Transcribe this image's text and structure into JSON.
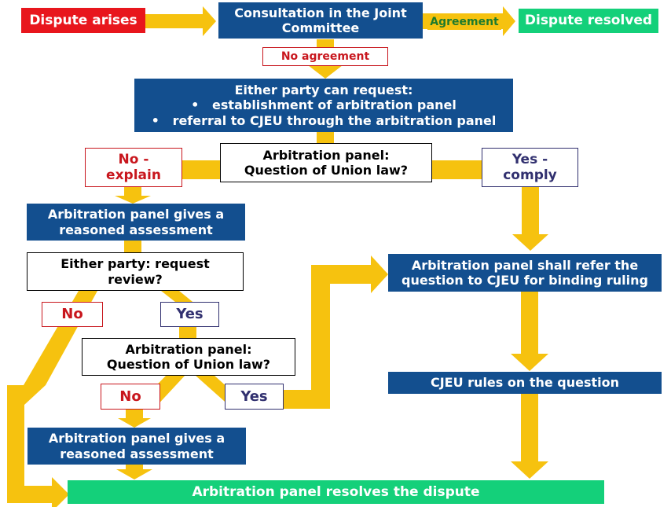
{
  "colors": {
    "flow": "#f6c20f",
    "blue": "#134f8f",
    "red": "#e8161d",
    "green": "#14d07a"
  },
  "nodes": {
    "dispute_arises": "Dispute arises",
    "consultation_line1": "Consultation in the Joint",
    "consultation_line2": "Committee",
    "agreement": "Agreement",
    "dispute_resolved": "Dispute resolved",
    "no_agreement": "No agreement",
    "request_title": "Either party can request:",
    "request_item1": "establishment of arbitration panel",
    "request_item2": "referral to CJEU through the arbitration panel",
    "question1_line1": "Arbitration panel:",
    "question1_line2": "Question of Union law?",
    "no_explain_line1": "No -",
    "no_explain_line2": "explain",
    "yes_comply_line1": "Yes -",
    "yes_comply_line2": "comply",
    "assessment1_line1": "Arbitration panel gives a",
    "assessment1_line2": "reasoned assessment",
    "review_line1": "Either party: request",
    "review_line2": "review?",
    "no_review": "No",
    "yes_review": "Yes",
    "question2_line1": "Arbitration panel:",
    "question2_line2": "Question of Union law?",
    "no_q2": "No",
    "yes_q2": "Yes",
    "assessment2_line1": "Arbitration panel gives a",
    "assessment2_line2": "reasoned assessment",
    "refer_line1": "Arbitration panel shall refer the",
    "refer_line2": "question to CJEU for binding ruling",
    "cjeu_rules": "CJEU rules on the question",
    "resolves": "Arbitration panel resolves the dispute"
  }
}
